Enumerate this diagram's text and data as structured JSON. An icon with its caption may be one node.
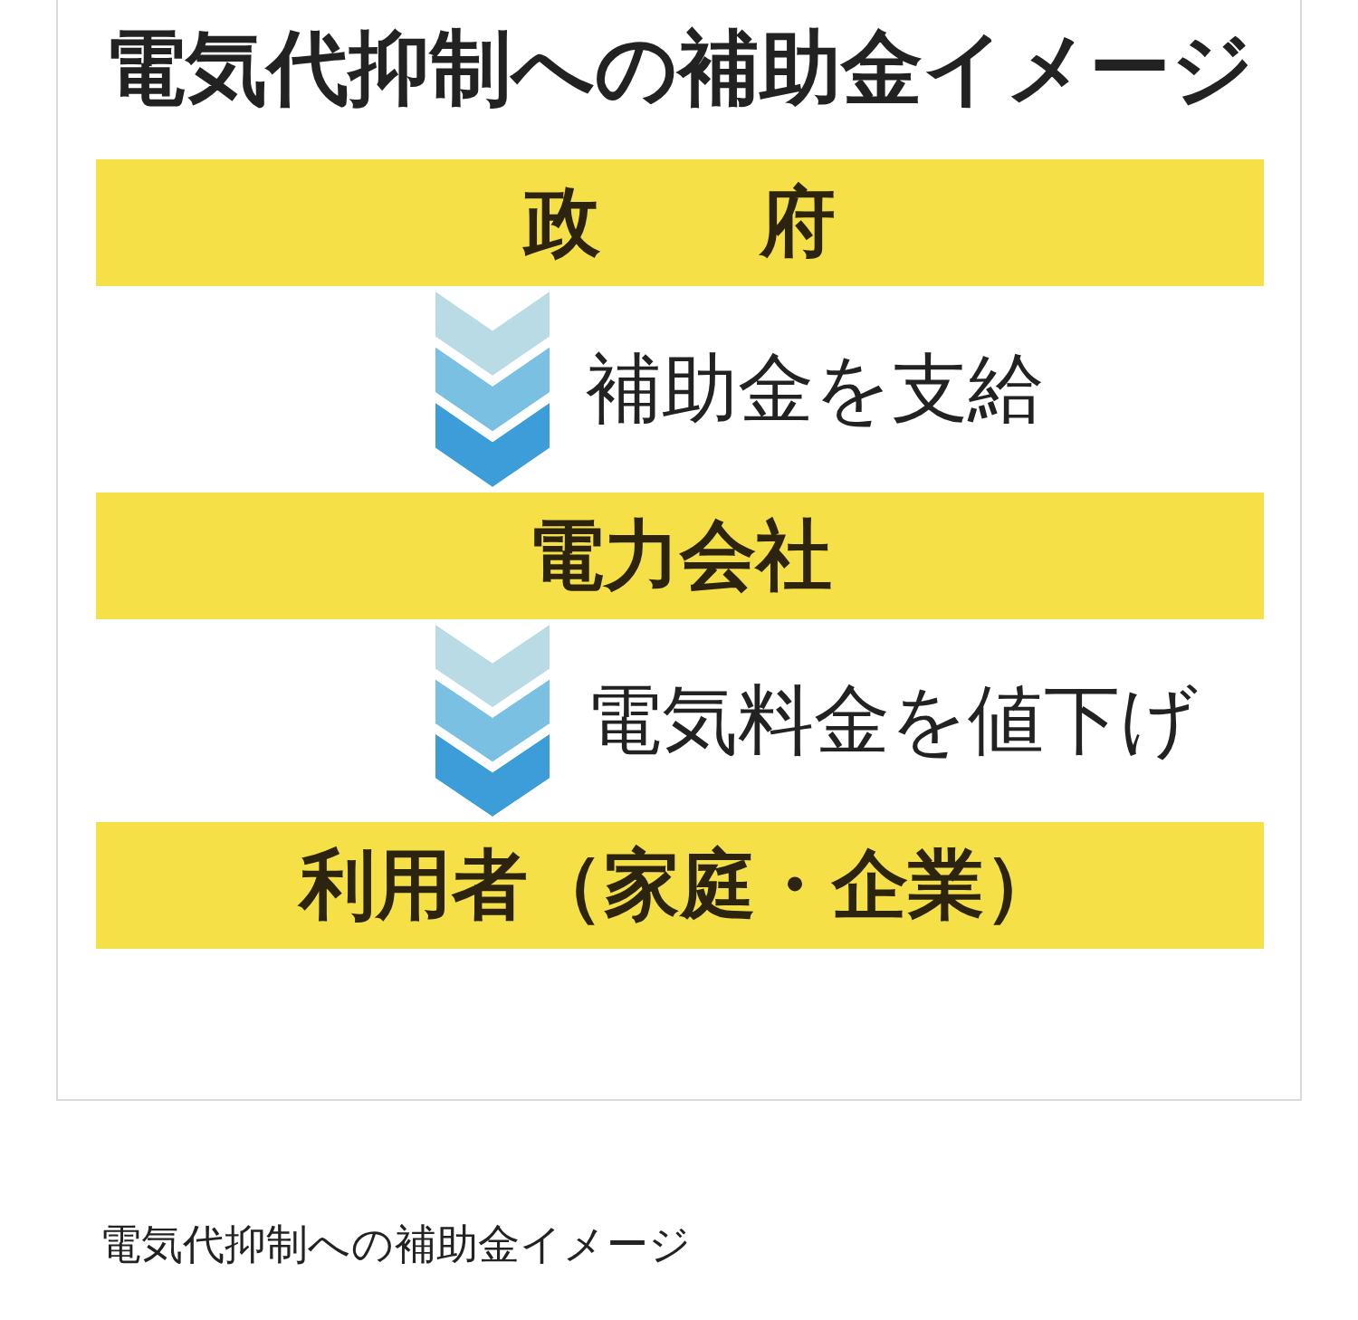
{
  "diagram": {
    "title": "電気代抑制への補助金イメージ",
    "nodes": [
      {
        "text": [
          "政　府"
        ]
      },
      {
        "text": [
          "電力会社"
        ]
      },
      {
        "text": [
          "利用者（家庭・企業）"
        ]
      }
    ],
    "edges": [
      {
        "from": 0,
        "to": 1,
        "arrow": "to",
        "label": "補助金を支給"
      },
      {
        "from": 1,
        "to": 2,
        "arrow": "to",
        "label": "電気料金を値下げ"
      }
    ],
    "caption": "電気代抑制への補助金イメージ"
  }
}
